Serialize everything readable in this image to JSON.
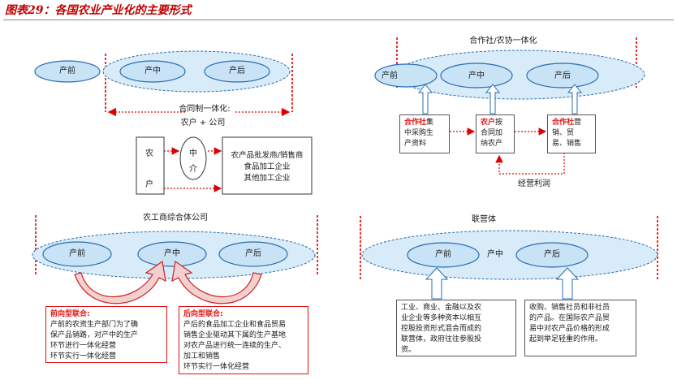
{
  "title": "图表29：各国农业产业化的主要形式",
  "colors": {
    "title": "#c00000",
    "ellipse_fill": "#c9e3f6",
    "ellipse_stroke": "#2a6cb0",
    "red": "#dd0000",
    "arrow_fill": "#f3d0d0",
    "arrow_stroke": "#cc2020"
  },
  "q1": {
    "pre": "产前",
    "mid": "产中",
    "post": "产后",
    "contract_line1": "合同制一体化:",
    "contract_line2": "农户 + 公司",
    "farmer_top": "农",
    "farmer_bottom": "户",
    "agent_top": "中",
    "agent_bottom": "介",
    "firms": [
      "农产品批发商/销售商",
      "食品加工企业",
      "其他加工企业"
    ]
  },
  "q2": {
    "heading": "合作社/农协一体化",
    "pre": "产前",
    "mid": "产中",
    "post": "产后",
    "box1_hl": "合作社",
    "box1_rest": [
      "集",
      "中采购生",
      "产资料"
    ],
    "box2_hl": "农户",
    "box2_rest": [
      "按",
      "合同加",
      "纳农产"
    ],
    "box3_hl": "合作社",
    "box3_rest": [
      "营",
      "销、贸",
      "易、销售"
    ],
    "profit": "经营利润"
  },
  "q3": {
    "heading": "农工商综合体公司",
    "pre": "产前",
    "mid": "产中",
    "post": "产后",
    "back_title": "前向型联合:",
    "back_lines": [
      "产前的农资生产部门为了确",
      "保产品销路，对产中的生产",
      "环节进行一体化经营",
      "环节实行一体化经营"
    ],
    "fwd_title": "后向型联合:",
    "fwd_lines": [
      "产后的食品加工企业和食品贸易",
      "销售企业驱动其下属的生产基地",
      "对农产品进行统一连续的生产、",
      "加工和销售",
      "环节实行一体化经营"
    ]
  },
  "q4": {
    "heading": "联营体",
    "pre": "产前",
    "mid": "产中",
    "post": "产后",
    "box1_lines": [
      "工业、商业、金融以及农",
      "业企业等多种资本以相互",
      "控股投资形式混合而成的",
      "联营体，政府往往参股投",
      "资。"
    ],
    "box2_lines": [
      "收购、销售社员和非社员",
      "的产品。在国际农产品贸",
      "易中对农产品价格的形成",
      "起到举足轻重的作用。"
    ]
  }
}
